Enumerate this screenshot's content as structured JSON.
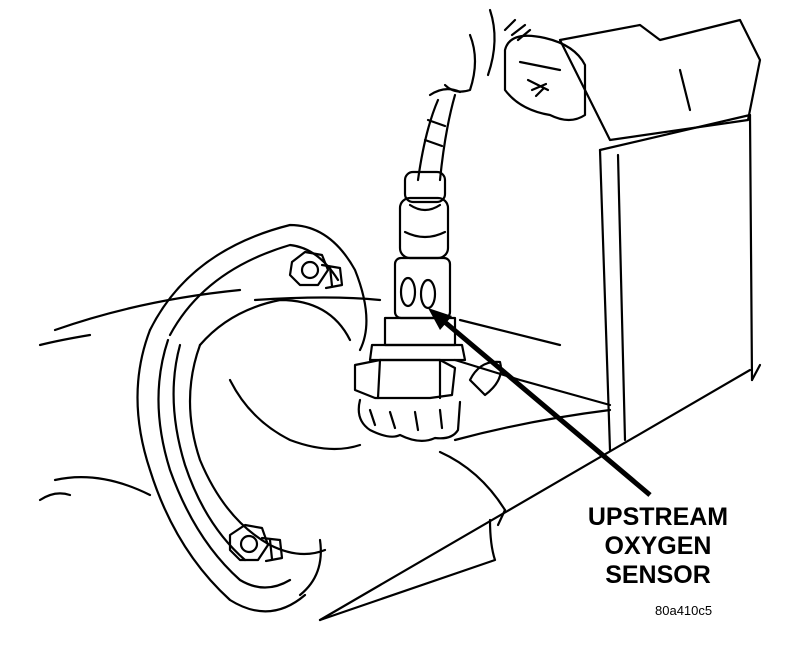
{
  "figure": {
    "callout_lines": [
      "UPSTREAM",
      "OXYGEN",
      "SENSOR"
    ],
    "figure_id": "80a410c5"
  },
  "colors": {
    "ink": "#000000",
    "paper": "#ffffff"
  }
}
